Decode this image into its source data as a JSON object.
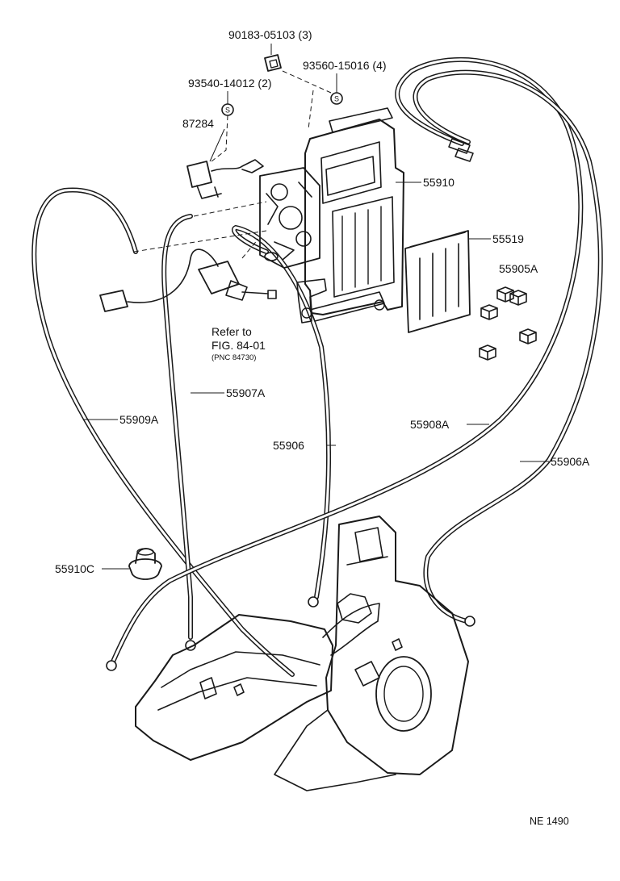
{
  "diagram": {
    "parts": [
      {
        "id": "90183-05103",
        "qty": "(3)"
      },
      {
        "id": "93560-15016",
        "qty": "(4)"
      },
      {
        "id": "93540-14012",
        "qty": "(2)"
      },
      {
        "id": "87284"
      },
      {
        "id": "55910"
      },
      {
        "id": "55519"
      },
      {
        "id": "55905A"
      },
      {
        "id": "55907A"
      },
      {
        "id": "55909A"
      },
      {
        "id": "55906"
      },
      {
        "id": "55908A"
      },
      {
        "id": "55906A"
      },
      {
        "id": "55910C"
      }
    ],
    "reference_note": {
      "line1": "Refer to",
      "line2": "FIG. 84-01",
      "line3": "(PNC 84730)"
    },
    "screw_symbol": "S",
    "figure_code": "NE  1490"
  }
}
